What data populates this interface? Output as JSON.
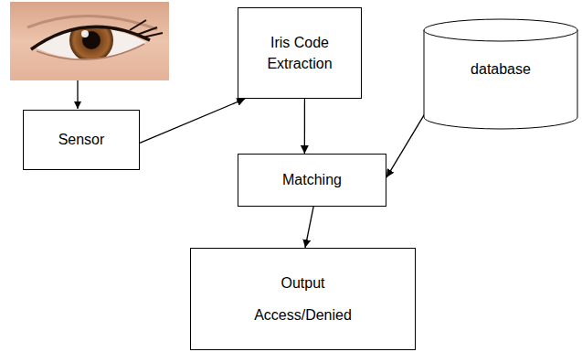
{
  "diagram": {
    "nodes": [
      {
        "text": [
          "Iris Code Extraction"
        ]
      },
      {
        "text": [
          "database"
        ]
      },
      {
        "text": [
          "Sensor"
        ]
      },
      {
        "text": [
          "Matching"
        ]
      },
      {
        "text": [
          "Output",
          "Access/Denied"
        ]
      }
    ],
    "edges": [
      {
        "from": 2,
        "to": 0,
        "arrow": "to"
      },
      {
        "from": 0,
        "to": 3,
        "arrow": "to"
      },
      {
        "from": 1,
        "to": 3,
        "arrow": "to"
      },
      {
        "from": 3,
        "to": 4,
        "arrow": "to"
      }
    ]
  }
}
